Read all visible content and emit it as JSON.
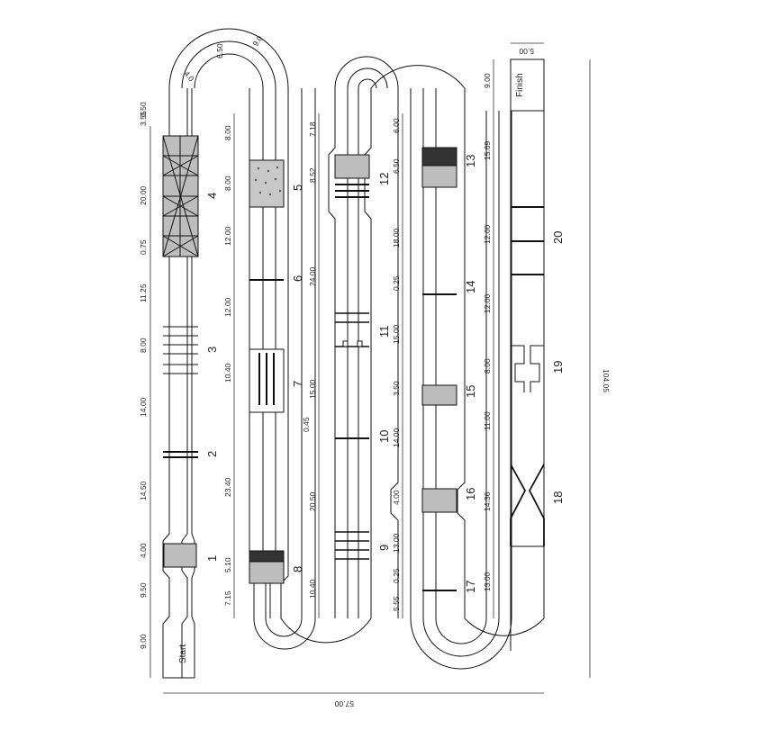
{
  "labels": {
    "start": "Start",
    "finish": "Finish"
  },
  "overall": {
    "width": "57.00",
    "height": "104.05",
    "lane": "5.00"
  },
  "top_arc": {
    "a": "6.50",
    "b": "9.0",
    "c": "4.0"
  },
  "sections": [
    "1",
    "2",
    "3",
    "4",
    "5",
    "6",
    "7",
    "8",
    "9",
    "10",
    "11",
    "12",
    "13",
    "14",
    "15",
    "16",
    "17",
    "18",
    "19",
    "20"
  ],
  "dims": {
    "c1": [
      "9.00",
      "9.50",
      "4.00",
      "14.50",
      "14.00",
      "8.00",
      "11.25",
      "0.75",
      "20.00",
      "3.55",
      "0.50"
    ],
    "c2": [
      "7.15",
      "5.10",
      "23.40",
      "10.40",
      "12.00",
      "12.00",
      "8.00",
      "8.00"
    ],
    "c3": [
      "10.40",
      "20.50",
      "0.45",
      "15.00",
      "24.00",
      "8.52",
      "7.18"
    ],
    "c4": [
      "5.55",
      "0.25",
      "13.00",
      "4.00",
      "14.00",
      "3.50",
      "15.00",
      "0.25",
      "18.00",
      "6.50",
      "6.00"
    ],
    "c5": [
      "13.00",
      "14.36",
      "11.00",
      "8.00",
      "12.00",
      "12.00",
      "15.69",
      "9.00"
    ]
  }
}
